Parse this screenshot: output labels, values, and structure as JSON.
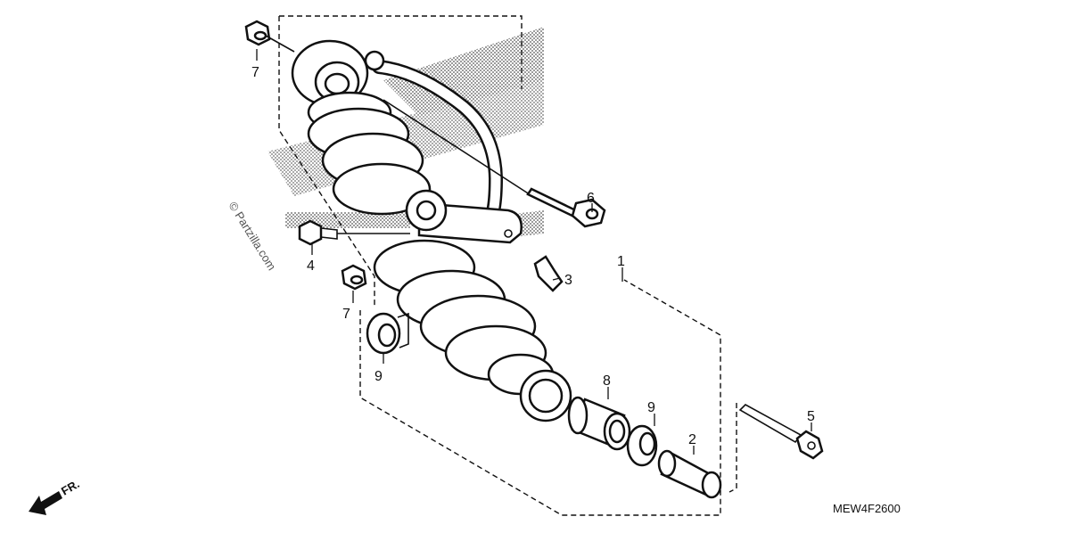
{
  "diagram": {
    "callouts": [
      {
        "id": "c1",
        "label": "1"
      },
      {
        "id": "c2",
        "label": "2"
      },
      {
        "id": "c3",
        "label": "3"
      },
      {
        "id": "c4",
        "label": "4"
      },
      {
        "id": "c5",
        "label": "5"
      },
      {
        "id": "c6",
        "label": "6"
      },
      {
        "id": "c7a",
        "label": "7"
      },
      {
        "id": "c7b",
        "label": "7"
      },
      {
        "id": "c8",
        "label": "8"
      },
      {
        "id": "c9a",
        "label": "9"
      },
      {
        "id": "c9b",
        "label": "9"
      }
    ],
    "diagram_code": "MEW4F2600",
    "watermark": "© Partzilla.com",
    "front_indicator": "FR.",
    "colors": {
      "line": "#111111",
      "background": "#ffffff",
      "shading": "#bbbbbb"
    }
  }
}
